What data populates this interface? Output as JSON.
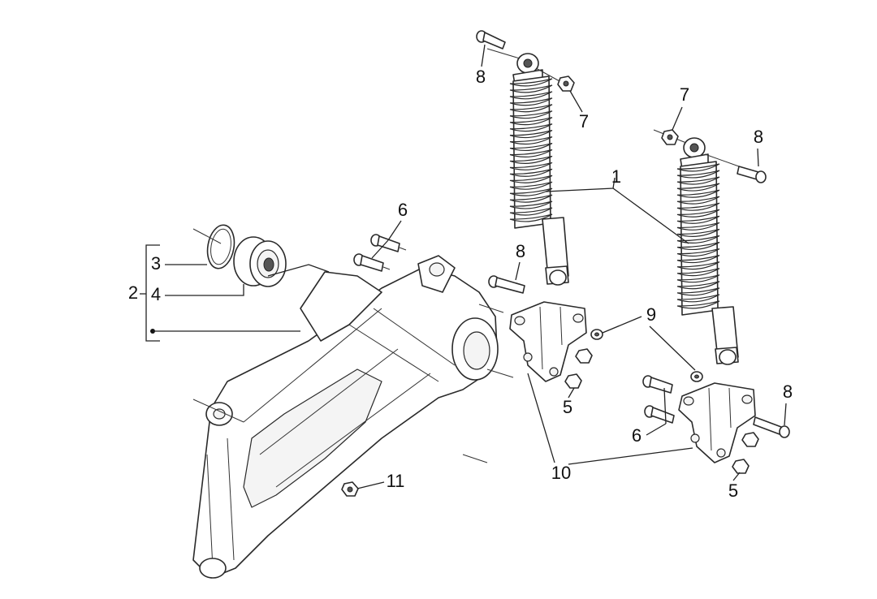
{
  "colors": {
    "line": "#222222",
    "background": "#ffffff"
  },
  "labels": {
    "l1": "1",
    "l2": "2",
    "l3": "3",
    "l4": "4",
    "l5a": "5",
    "l5b": "5",
    "l6a": "6",
    "l6b": "6",
    "l7a": "7",
    "l7b": "7",
    "l8a": "8",
    "l8b": "8",
    "l8c": "8",
    "l8d": "8",
    "l9": "9",
    "l10": "10",
    "l11": "11"
  }
}
